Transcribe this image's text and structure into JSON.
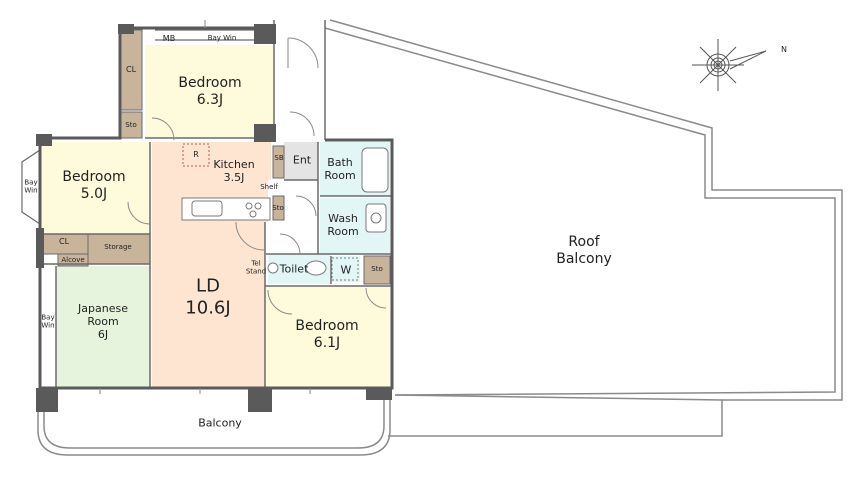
{
  "colors": {
    "ld": "#fde5d2",
    "bedroom": "#fdfbdc",
    "japanese": "#e6f4dd",
    "wet": "#e3f6f6",
    "storage": "#c8b49a",
    "entrance": "#e4e4e4",
    "wall": "#5a5a5a",
    "outline": "#8a8a8a"
  },
  "rooms": {
    "bedroom_top": {
      "name": "Bedroom",
      "size": "6.3J"
    },
    "bedroom_left": {
      "name": "Bedroom",
      "size": "5.0J"
    },
    "kitchen": {
      "name": "Kitchen",
      "size": "3.5J"
    },
    "ld": {
      "name": "LD",
      "size": "10.6J"
    },
    "japanese": {
      "line1": "Japanese",
      "line2": "Room",
      "size": "6J"
    },
    "bedroom_bottom": {
      "name": "Bedroom",
      "size": "6.1J"
    },
    "bath": {
      "line1": "Bath",
      "line2": "Room"
    },
    "wash": {
      "line1": "Wash",
      "line2": "Room"
    },
    "toilet": "Toilet",
    "entrance": "Ent",
    "roof_balcony": {
      "line1": "Roof",
      "line2": "Balcony"
    },
    "balcony": "Balcony"
  },
  "small_labels": {
    "mb": "MB",
    "bay_win_top": "Bay Win",
    "bay_win_left": [
      "Bay",
      "Win"
    ],
    "bay_win_japanese": [
      "Bay",
      "Win"
    ],
    "cl_top": "CL",
    "sto_top": "Sto",
    "r": "R",
    "sb": "SB",
    "shelf": "Shelf",
    "sto_kitchen": "Sto",
    "cl_left": "CL",
    "storage": "Storage",
    "alcove": "Alcove",
    "tel_stand": [
      "Tel",
      "Stand"
    ],
    "w": "W",
    "sto_right": "Sto"
  },
  "compass": {
    "direction": "N",
    "icon": "compass-rose-icon"
  }
}
